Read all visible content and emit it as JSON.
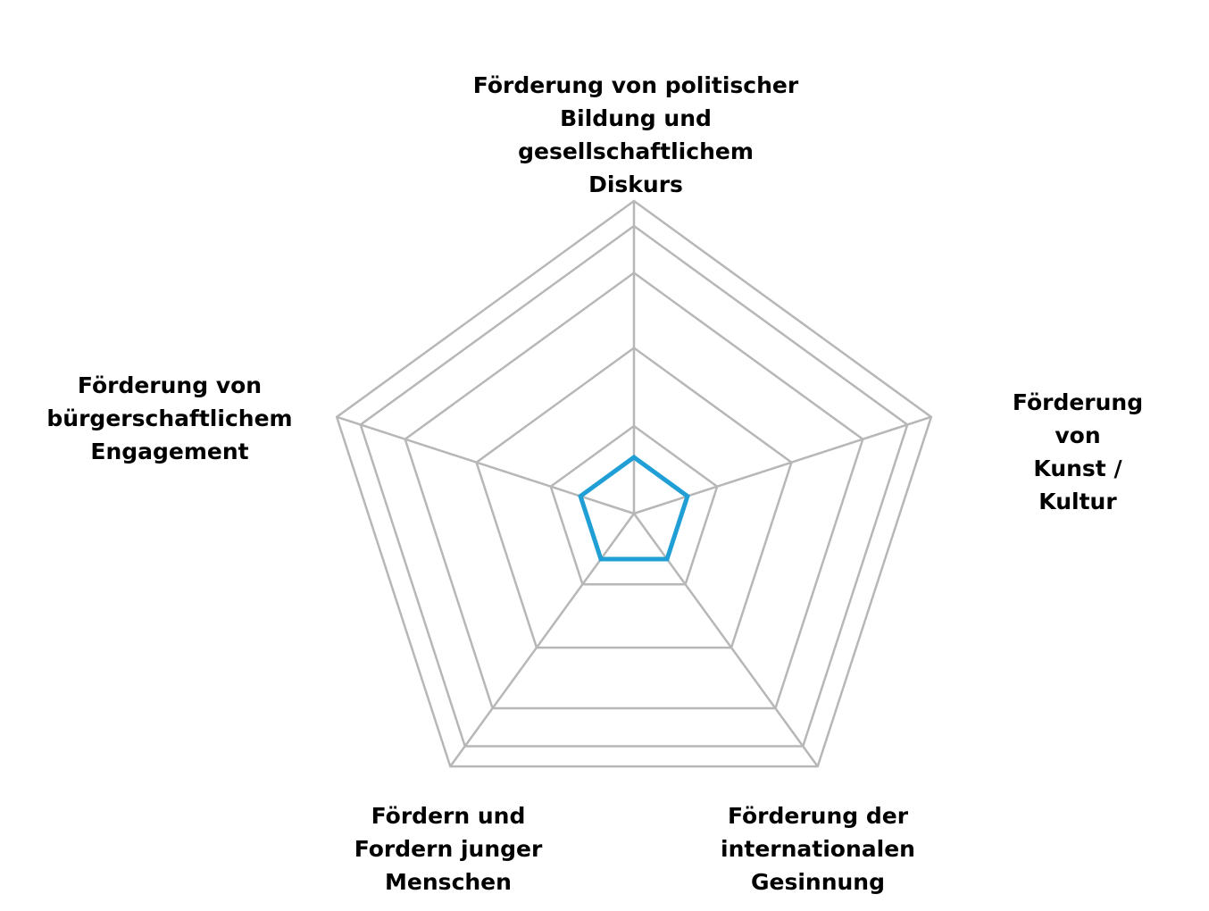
{
  "chart_data": {
    "type": "radar",
    "title": "",
    "axes": [
      "Förderung von politischer\nBildung und\ngesellschaftlichem\nDiskurs",
      "Förderung von\nKunst / Kultur",
      "Förderung der\ninternationalen\nGesinnung",
      "Fördern und\nFordern junger\nMenschen",
      "Förderung von\nbürgerschaftlichem\nEngagement"
    ],
    "rlim": [
      0,
      1
    ],
    "grid_levels": [
      0.28,
      0.53,
      0.77,
      0.92,
      1.0
    ],
    "grid_color": "#b7b7b7",
    "series": [
      {
        "values": [
          0.18,
          0.18,
          0.18,
          0.18,
          0.18
        ],
        "color": "#1f9fd5"
      }
    ]
  }
}
